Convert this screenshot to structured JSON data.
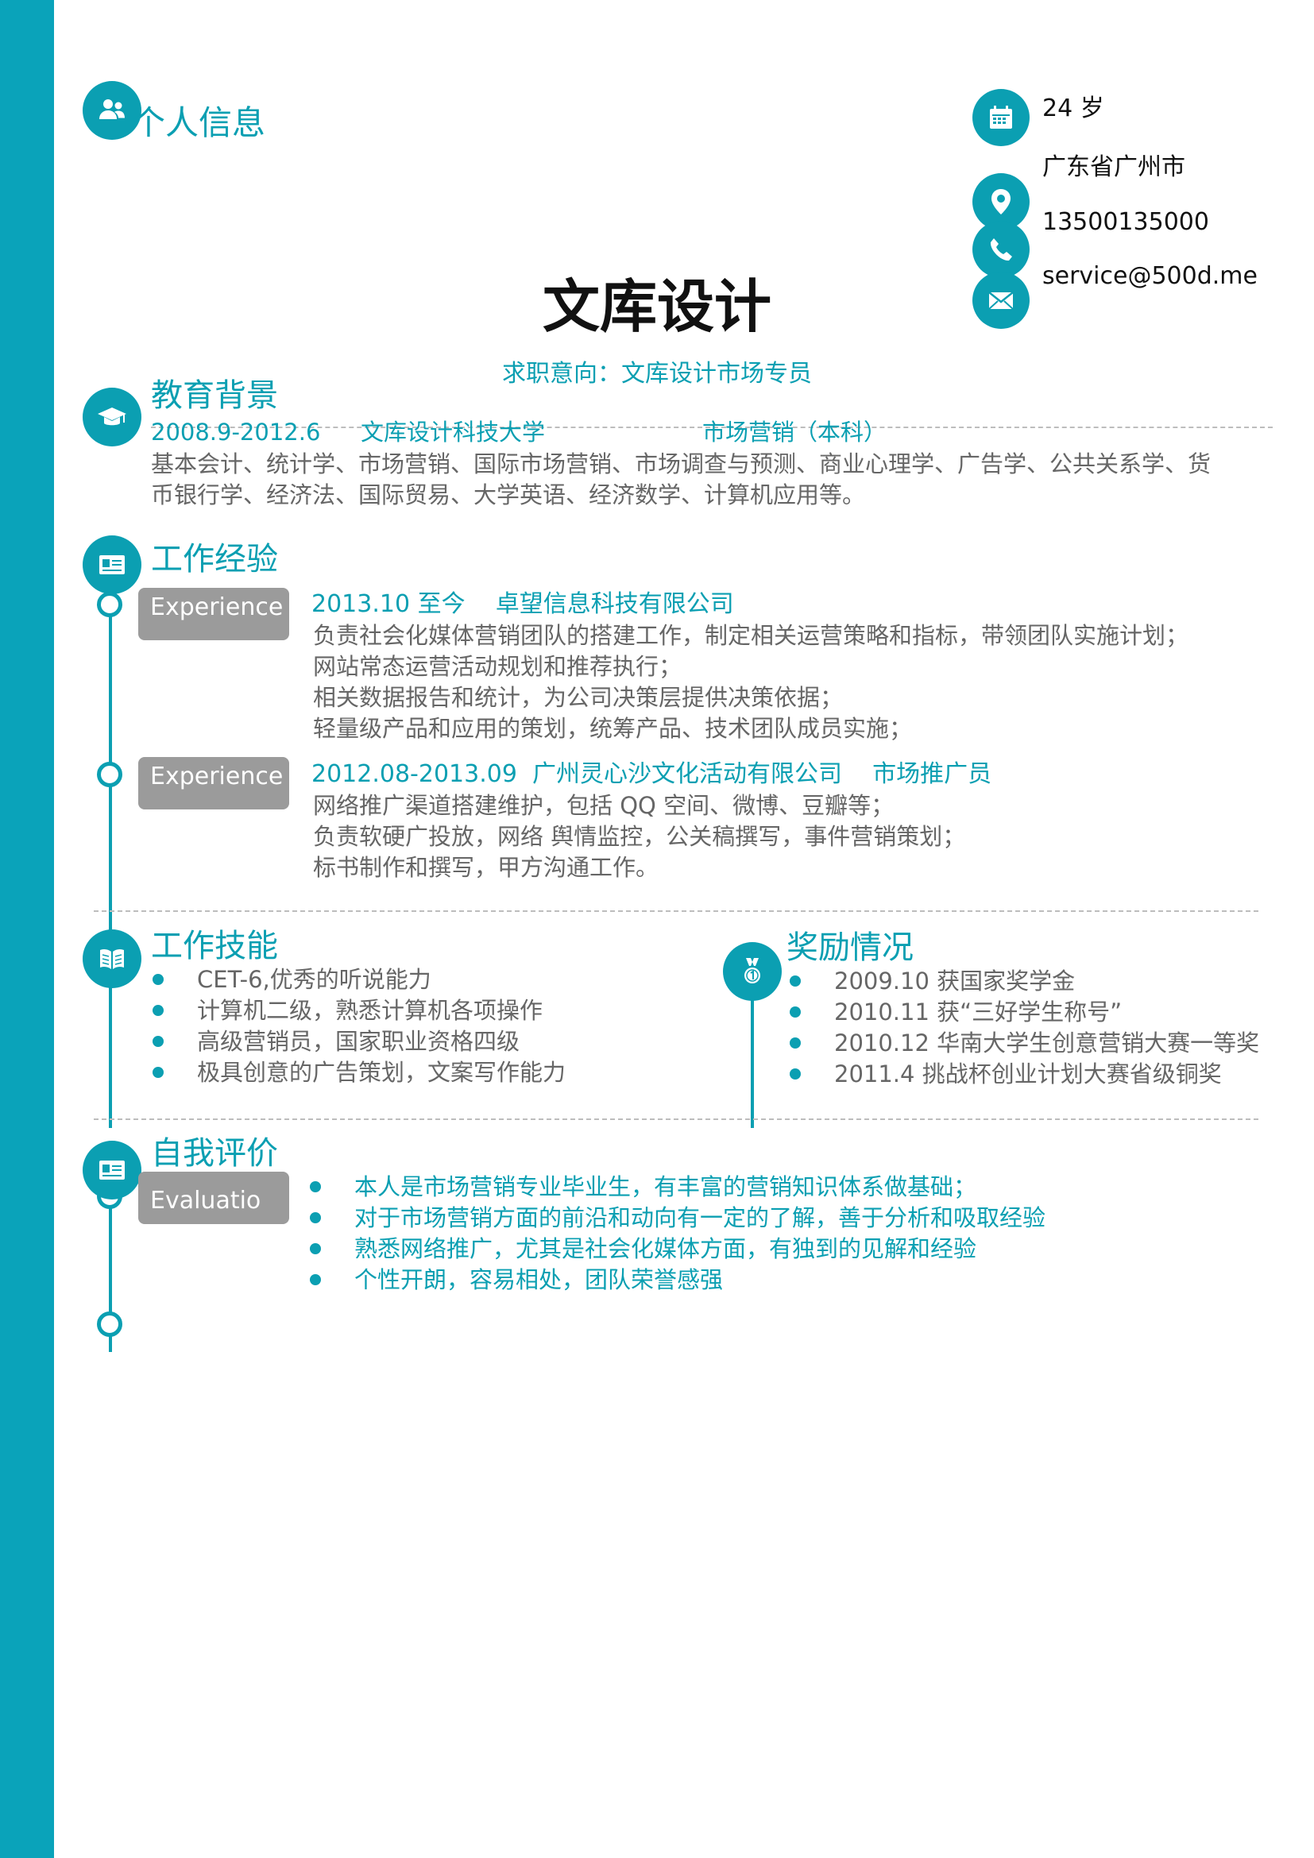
{
  "personal": {
    "title": "个人信息"
  },
  "contact": {
    "age": "24 岁",
    "location": "广东省广州市",
    "phone": "13500135000",
    "email": "service@500d.me"
  },
  "name": "文库设计",
  "objective": "求职意向：文库设计市场专员",
  "education": {
    "title": "教育背景",
    "period": "2008.9-2012.6",
    "school": "文库设计科技大学",
    "major": "市场营销（本科）",
    "courses": [
      "基本会计、统计学、市场营销、国际市场营销、市场调查与预测、商业心理学、广告学、公共关系学、货",
      "币银行学、经济法、国际贸易、大学英语、经济数学、计算机应用等。"
    ]
  },
  "experience": {
    "title": "工作经验",
    "jobs": [
      {
        "tag": "Experience",
        "heading": "2013.10 至今    卓望信息科技有限公司",
        "lines": [
          "负责社会化媒体营销团队的搭建工作，制定相关运营策略和指标，带领团队实施计划；",
          "网站常态运营活动规划和推荐执行；",
          "相关数据报告和统计，为公司决策层提供决策依据；",
          "轻量级产品和应用的策划，统筹产品、技术团队成员实施；"
        ]
      },
      {
        "tag": "Experience",
        "heading": "2012.08-2013.09  广州灵心沙文化活动有限公司    市场推广员",
        "lines": [
          "网络推广渠道搭建维护，包括 QQ 空间、微博、豆瓣等；",
          "负责软硬广投放，网络 舆情监控，公关稿撰写，事件营销策划；",
          "标书制作和撰写，甲方沟通工作。"
        ]
      }
    ]
  },
  "skills": {
    "title": "工作技能",
    "items": [
      "CET-6,优秀的听说能力",
      "计算机二级，熟悉计算机各项操作",
      "高级营销员，国家职业资格四级",
      "极具创意的广告策划，文案写作能力"
    ]
  },
  "awards": {
    "title": "奖励情况",
    "items": [
      "2009.10 获国家奖学金",
      "2010.11 获“三好学生称号”",
      "2010.12 华南大学生创意营销大赛一等奖",
      "2011.4 挑战杯创业计划大赛省级铜奖"
    ]
  },
  "self": {
    "title": "自我评价",
    "tag": "Evaluatio",
    "items": [
      "本人是市场营销专业毕业生，有丰富的营销知识体系做基础；",
      "对于市场营销方面的前沿和动向有一定的了解，善于分析和吸取经验",
      "熟悉网络推广，尤其是社会化媒体方面，有独到的见解和经验",
      "个性开朗，容易相处，团队荣誉感强"
    ]
  },
  "colors": {
    "accent": "#0b9fb2",
    "sidebar": "#0aa3ba",
    "tag": "#9b9b9b"
  }
}
